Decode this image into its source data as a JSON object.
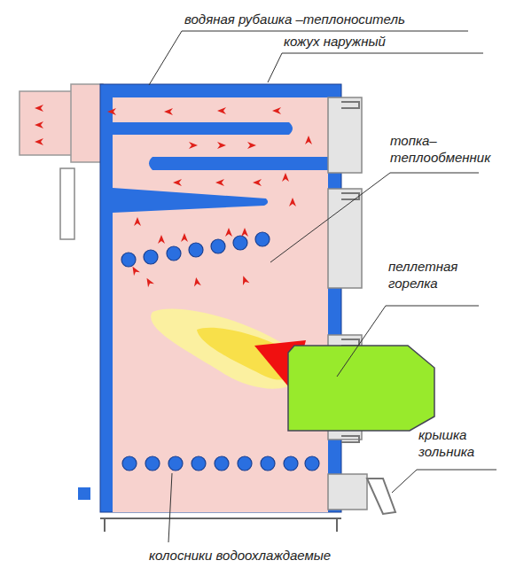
{
  "diagram": {
    "labels": [
      "водяная рубашка –теплоноситель",
      "кожух наружный",
      "топка– теплообменник",
      "пеллетная горелка",
      "крышка зольника",
      "колосники водоохлаждаемые"
    ]
  }
}
